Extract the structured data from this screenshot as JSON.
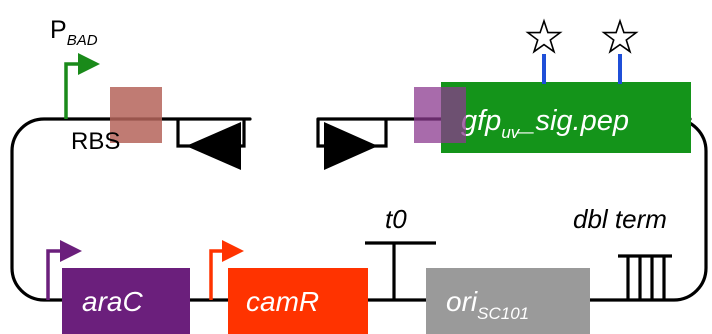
{
  "promoters": {
    "pbad": {
      "base": "P",
      "sub": "BAD",
      "color": "#1a8a1a"
    },
    "arac_promoter_color": "#6b1f7c",
    "camr_promoter_color": "#ff3300"
  },
  "rbs": {
    "label": "RBS",
    "color": "#b5645a",
    "second_color": "#8b3a8f"
  },
  "genes": {
    "gfp": {
      "base": "gfp",
      "sub": "uv",
      "suffix": "sig.pep",
      "color": "#14941a",
      "text_color": "#ffffff"
    },
    "arac": {
      "label": "araC",
      "color": "#6b1f7c",
      "text_color": "#ffffff"
    },
    "camr": {
      "label": "camR",
      "color": "#ff3300",
      "text_color": "#ffffff"
    },
    "ori": {
      "base": "ori",
      "sub": "SC101",
      "color": "#9a9a9a",
      "text_color": "#ffffff"
    }
  },
  "terminators": {
    "t0": {
      "label": "t0"
    },
    "dbl": {
      "label": "dbl term"
    }
  },
  "sites": {
    "markers": [
      {
        "icon": "star-outline-icon",
        "stem_color": "#1f4fd8"
      },
      {
        "icon": "star-outline-icon",
        "stem_color": "#1f4fd8"
      }
    ]
  },
  "colors": {
    "backbone": "#000000"
  }
}
